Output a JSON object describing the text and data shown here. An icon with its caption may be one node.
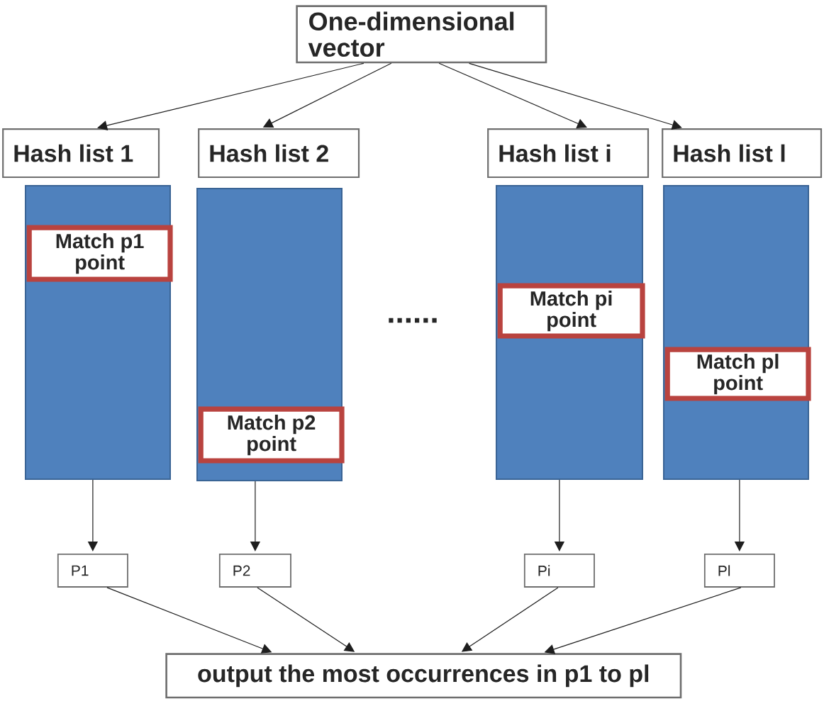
{
  "diagram": {
    "nodes": [
      {
        "text": [
          "One-dimensional vector"
        ]
      },
      {
        "text": [
          "Hash list 1"
        ]
      },
      {
        "text": [
          "Hash list 2"
        ]
      },
      {
        "text": [
          "Hash list i"
        ]
      },
      {
        "text": [
          "Hash list l"
        ]
      },
      {
        "text": [],
        "shape": "bar"
      },
      {
        "text": [
          "Match p1 point"
        ],
        "in": 5
      },
      {
        "text": [],
        "shape": "bar"
      },
      {
        "text": [
          "Match p2 point"
        ],
        "in": 7
      },
      {
        "text": [],
        "shape": "bar"
      },
      {
        "text": [
          "Match pi point"
        ],
        "in": 9
      },
      {
        "text": [],
        "shape": "bar"
      },
      {
        "text": [
          "Match pl point"
        ],
        "in": 11
      },
      {
        "text": [
          "P1"
        ]
      },
      {
        "text": [
          "P2"
        ]
      },
      {
        "text": [
          "Pi"
        ]
      },
      {
        "text": [
          "Pl"
        ]
      },
      {
        "text": [
          "output the most occurrences in p1 to pl"
        ]
      }
    ],
    "edges": [
      {
        "from": 0,
        "to": 1,
        "arrow": "to"
      },
      {
        "from": 0,
        "to": 2,
        "arrow": "to"
      },
      {
        "from": 0,
        "to": 3,
        "arrow": "to"
      },
      {
        "from": 0,
        "to": 4,
        "arrow": "to"
      },
      {
        "from": 5,
        "to": 13,
        "arrow": "to"
      },
      {
        "from": 7,
        "to": 14,
        "arrow": "to"
      },
      {
        "from": 9,
        "to": 15,
        "arrow": "to"
      },
      {
        "from": 11,
        "to": 16,
        "arrow": "to"
      },
      {
        "from": 13,
        "to": 17,
        "arrow": "to"
      },
      {
        "from": 14,
        "to": 17,
        "arrow": "to"
      },
      {
        "from": 15,
        "to": 17,
        "arrow": "to"
      },
      {
        "from": 16,
        "to": 17,
        "arrow": "to"
      }
    ],
    "labels": [
      "......"
    ]
  }
}
